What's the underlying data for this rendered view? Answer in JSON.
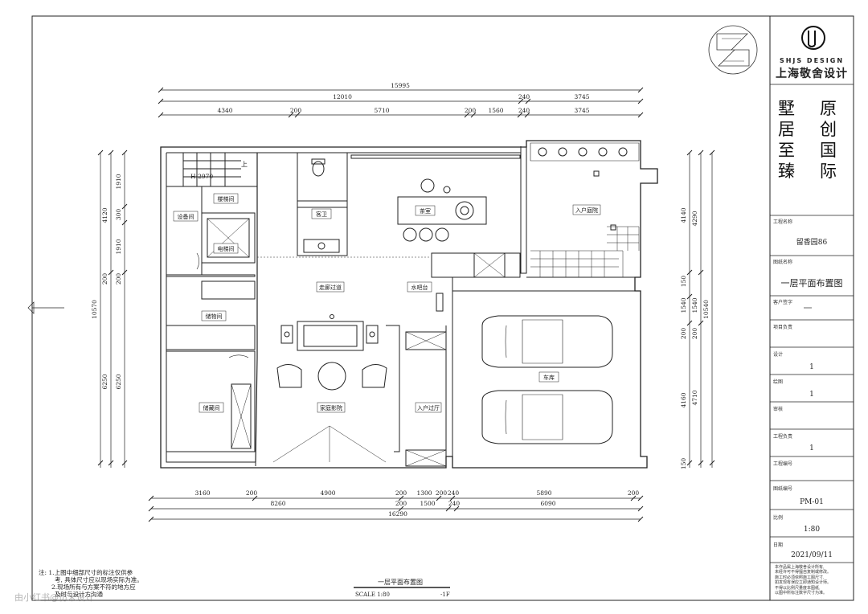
{
  "drawing": {
    "plan_title": "一层平面布置图",
    "scale_label": "SCALE 1:80",
    "floor_label": "-1F",
    "elevator_mark": "H:2970",
    "stair_up": "上"
  },
  "rooms": {
    "stair_room": "楼梯间",
    "equipment_room": "设备间",
    "elevator_room": "电梯间",
    "storage_room": "储物间",
    "storeroom": "储藏间",
    "guest_wc": "客卫",
    "tea_room": "茶室",
    "corridor": "走廊过道",
    "water_bar": "水吧台",
    "family_cinema": "家庭影院",
    "entry_passage": "入户过厅",
    "entry_courtyard": "入户庭院",
    "garage": "车库"
  },
  "dims": {
    "top_total": "15995",
    "top_mid": [
      "12010",
      "240",
      "3745"
    ],
    "top_row": [
      "4340",
      "200",
      "5710",
      "200",
      "1560",
      "240",
      "3745"
    ],
    "bottom_row": [
      "3160",
      "200",
      "4900",
      "200",
      "1300",
      "200",
      "240",
      "5890",
      "200"
    ],
    "bottom_mid": [
      "8260",
      "200",
      "1500",
      "240",
      "6090"
    ],
    "bottom_total": "16290",
    "left_inner": [
      "1910",
      "300",
      "1910",
      "200",
      "6250"
    ],
    "left_mid": [
      "4120",
      "200",
      "6250"
    ],
    "left_total": "10570",
    "right_inner": [
      "4140",
      "150",
      "1540",
      "200",
      "4160",
      "150"
    ],
    "right_mid": [
      "4290",
      "1540",
      "200",
      "4710"
    ],
    "right_total": "10540"
  },
  "notes": [
    "注: 1.上图中细部尺寸的标注仅供参",
    "考, 具体尺寸应以现场实际为准。",
    "2.现场所有与方案不符的地方应",
    "及时与设计方沟通"
  ],
  "watermark": "由小红书@仿米设计",
  "title_block": {
    "logo_sub": "SHJS DESIGN",
    "company": "上海敬舍设计",
    "slogan_left": [
      "墅",
      "居",
      "至",
      "臻"
    ],
    "slogan_right": [
      "原",
      "创",
      "国",
      "际"
    ],
    "project_name_label": "工程名称",
    "project_name": "留香园86",
    "drawing_name_label": "图纸名称",
    "drawing_name": "一层平面布置图",
    "client_sign_label": "客户签字",
    "project_lead_label": "项目负责",
    "design_label": "设计",
    "design_value": "1",
    "drawing_label": "绘图",
    "drawing_value": "1",
    "review_label": "审核",
    "eng_lead_label": "工程负责",
    "eng_lead_value": "1",
    "eng_no_label": "工程编号",
    "sheet_no_label": "图纸编号",
    "sheet_no": "PM-01",
    "scale_label": "比例",
    "scale": "1:80",
    "date_label": "日期",
    "date": "2021/09/11",
    "disclaimer": [
      "本作品属上海敬舍设计所有,",
      "未经许可不得擅自复制或修改。",
      "施工时必须依照施工图尺寸,",
      "如发现有误应立即通知设计师。",
      "不得以比例尺量度本图纸,",
      "以图中所标注数字尺寸为准。"
    ]
  }
}
